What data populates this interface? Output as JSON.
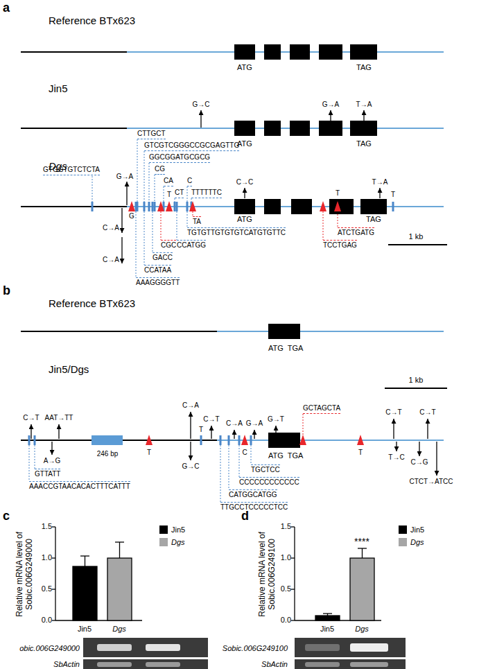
{
  "diagram": {
    "labels": [
      "a",
      "Reference BTx623",
      "ATG",
      "TAG",
      "Jin5",
      "G→C",
      "G→A",
      "T→A",
      "ATG",
      "TAG",
      "Dgs",
      "GTGGTGTCTCTA",
      "G→A",
      "CTTGCT",
      "GTCGTCGGGCCGCGAGTTG",
      "GGCGGATGCGCG",
      "CG",
      "CA",
      "C",
      "T",
      "CT",
      "TTTTTTC",
      "C→C",
      "T",
      "T→A",
      "T",
      "G",
      "C→A",
      "AAAGGGGTT",
      "C→A",
      "CCATAA",
      "GACC",
      "CGC",
      "CCATGG",
      "TA",
      "TGTGTTGTGTGTCATGTGTTC",
      "ATG",
      "ATCTGATG",
      "TCCTGAG",
      "TAG",
      "1 kb",
      "b",
      "Reference BTx623",
      "ATG",
      "TGA",
      "Jin5/Dgs",
      "C→T",
      "AAT→TT",
      "A→G",
      "GTTATT",
      "AAACCGTAACACACTTTCATTT",
      "246 bp",
      "T",
      "C→A",
      "G→C",
      "T",
      "C→T",
      "C→A",
      "G→A",
      "C",
      "G→T",
      "GCTAGCTA",
      "ATG",
      "TGA",
      "TGCTCC",
      "CCCCCCCCCCCC",
      "CATGGCATGG",
      "TTGCCTCCCCCTCC",
      "T",
      "C→T",
      "T→C",
      "C→T",
      "C→G",
      "CTCT→ATCC",
      "1 kb",
      "c",
      "Relative mRNA level of Sobic.006G249000",
      "1.5",
      "1.0",
      "0.5",
      "0.0",
      "Jin5",
      "Dgs",
      "obic.006G249000",
      "SbActin",
      "d",
      "Relative mRNA level of Sobic.006G249100",
      "1.5",
      "1.0",
      "0.5",
      "0.0",
      "****",
      "Jin5",
      "Dgs",
      "Sobic.006G249100",
      "SbActin"
    ],
    "legend": [
      {
        "text": "Jin5",
        "color": "#000000"
      },
      {
        "text": "Dgs",
        "color": "#a6a6a6"
      },
      {
        "text": "Jin5",
        "color": "#000000"
      },
      {
        "text": "Dgs",
        "color": "#a6a6a6"
      }
    ]
  }
}
